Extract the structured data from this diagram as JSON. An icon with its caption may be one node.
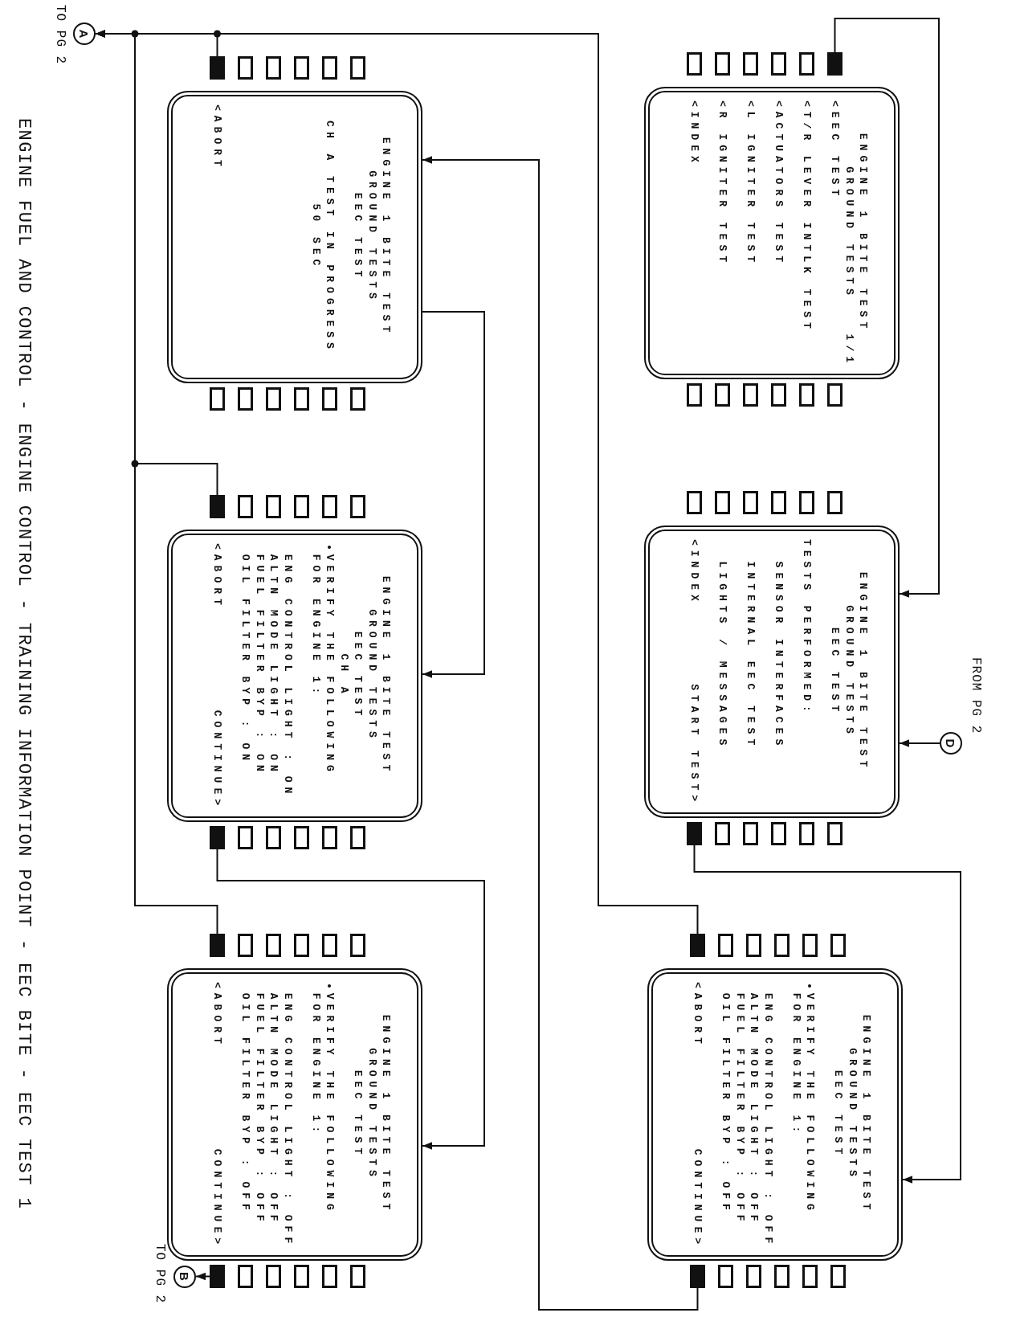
{
  "diagram": {
    "title": "ENGINE FUEL AND CONTROL - ENGINE CONTROL - TRAINING INFORMATION POINT - EEC BITE - EEC TEST 1",
    "nodes": [
      {
        "text": [
          "ENGINE 1 BITE TEST",
          "GROUND TESTS",
          "1/1",
          "<EEC TEST",
          "<T/R LEVER INTLK TEST",
          "<ACTUATORS TEST",
          "<L IGNITER TEST",
          "<R IGNITER TEST",
          "<INDEX"
        ]
      },
      {
        "text": [
          "ENGINE 1 BITE TEST",
          "GROUND TESTS",
          "EEC TEST",
          "TESTS PERFORMED:",
          "SENSOR INTERFACES",
          "INTERNAL EEC TEST",
          "LIGHTS / MESSAGES",
          "<INDEX",
          "START TEST>"
        ]
      },
      {
        "text": [
          "ENGINE 1 BITE TEST",
          "GROUND TESTS",
          "EEC TEST",
          "VERIFY THE FOLLOWING",
          "FOR ENGINE 1:",
          "ENG CONTROL LIGHT : OFF",
          "ALTN MODE LIGHT : OFF",
          "FUEL FILTER BYP : OFF",
          "OIL FILTER BYP : OFF",
          "<ABORT",
          "CONTINUE>"
        ]
      },
      {
        "text": [
          "ENGINE 1 BITE TEST",
          "GROUND TESTS",
          "EEC TEST",
          "CH A TEST IN PROGRESS",
          "50 SEC",
          "<ABORT"
        ]
      },
      {
        "text": [
          "ENGINE 1 BITE TEST",
          "GROUND TESTS",
          "EEC TEST",
          "CH A",
          "VERIFY THE FOLLOWING",
          "FOR ENGINE 1:",
          "ENG CONTROL LIGHT : ON",
          "ALTN MODE LIGHT : ON",
          "FUEL FILTER BYP : ON",
          "OIL FILTER BYP : ON",
          "<ABORT",
          "CONTINUE>"
        ]
      },
      {
        "text": [
          "ENGINE 1 BITE TEST",
          "GROUND TESTS",
          "EEC TEST",
          "VERIFY THE FOLLOWING",
          "FOR ENGINE 1:",
          "ENG CONTROL LIGHT : OFF",
          "ALTN MODE LIGHT : OFF",
          "FUEL FILTER BYP : OFF",
          "OIL FILTER BYP : OFF",
          "<ABORT",
          "CONTINUE>"
        ]
      },
      {
        "text": [],
        "shape": "box"
      },
      {
        "text": [],
        "shape": "box"
      },
      {
        "text": [],
        "shape": "box"
      },
      {
        "text": [],
        "shape": "box"
      },
      {
        "text": [],
        "shape": "box"
      },
      {
        "text": [],
        "shape": "box"
      },
      {
        "text": [],
        "shape": "box"
      },
      {
        "text": [],
        "shape": "box"
      },
      {
        "text": [],
        "shape": "box"
      },
      {
        "text": [
          "D"
        ],
        "beside": [
          "FROM PG 2"
        ]
      },
      {
        "text": [
          "A"
        ],
        "beside": [
          "TO PG 2"
        ]
      },
      {
        "text": [
          "B"
        ],
        "beside": [
          "TO PG 2"
        ]
      }
    ],
    "edges": [
      {
        "from": 6,
        "to": 1,
        "arrow": "to"
      },
      {
        "from": 15,
        "to": 1,
        "arrow": "to"
      },
      {
        "from": 7,
        "to": 2,
        "arrow": "to"
      },
      {
        "from": 9,
        "to": 3,
        "arrow": "to"
      },
      {
        "from": 3,
        "to": 4,
        "arrow": "to"
      },
      {
        "from": 12,
        "to": 5,
        "arrow": "to"
      },
      {
        "from": 8,
        "to": 16,
        "arrow": "to"
      },
      {
        "from": 10,
        "to": 16,
        "arrow": "to"
      },
      {
        "from": 11,
        "to": 16,
        "arrow": "to"
      },
      {
        "from": 13,
        "to": 16,
        "arrow": "to"
      },
      {
        "from": 14,
        "to": 17,
        "arrow": "to"
      }
    ]
  }
}
